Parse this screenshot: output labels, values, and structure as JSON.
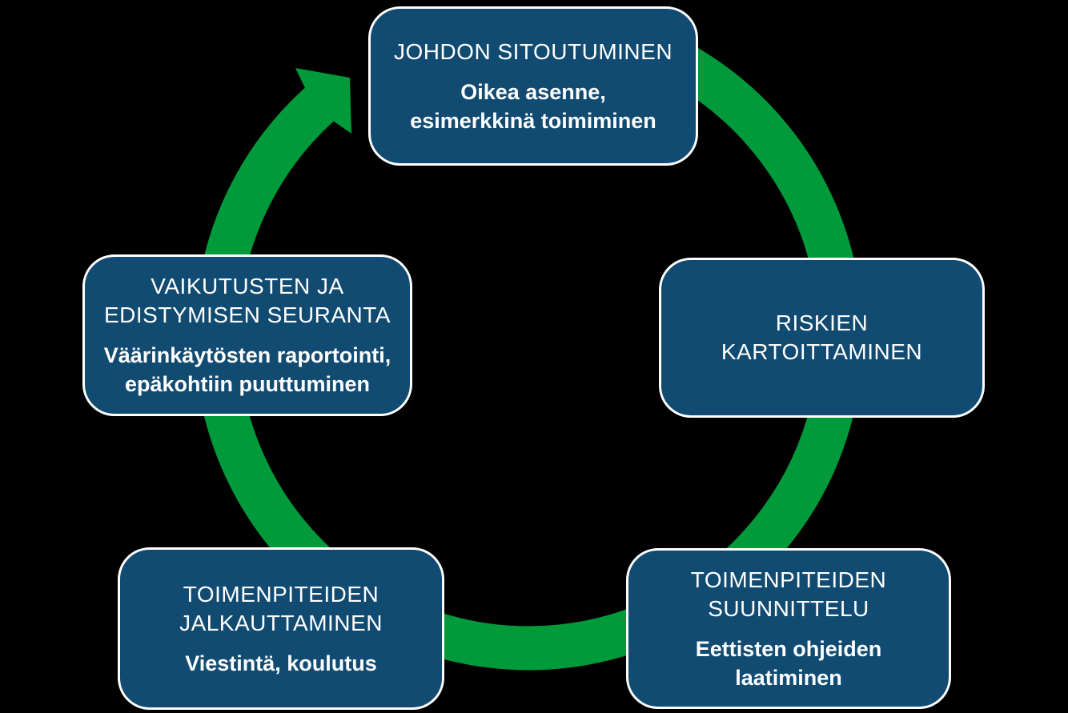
{
  "colors": {
    "background": "#000000",
    "box_fill": "#114B72",
    "box_border": "#FFFFFF",
    "arrow_green": "#009A3B",
    "text": "#FFFFFF"
  },
  "diagram": {
    "type": "cycle",
    "direction": "clockwise",
    "nodes": [
      {
        "position": "top",
        "title": "JOHDON SITOUTUMINEN",
        "subtitle": "Oikea asenne,\nesimerkkinä toimiminen"
      },
      {
        "position": "right",
        "title": "RISKIEN\nKARTOITTAMINEN"
      },
      {
        "position": "bottom-right",
        "title": "TOIMENPITEIDEN\nSUUNNITTELU",
        "subtitle": "Eettisten ohjeiden\nlaatiminen"
      },
      {
        "position": "bottom-left",
        "title": "TOIMENPITEIDEN\nJALKAUTTAMINEN",
        "subtitle": "Viestintä, koulutus"
      },
      {
        "position": "left",
        "title": "VAIKUTUSTEN JA\nEDISTYMISEN SEURANTA",
        "subtitle": "Väärinkäytösten raportointi,\nepäkohtiin puuttuminen"
      }
    ]
  }
}
